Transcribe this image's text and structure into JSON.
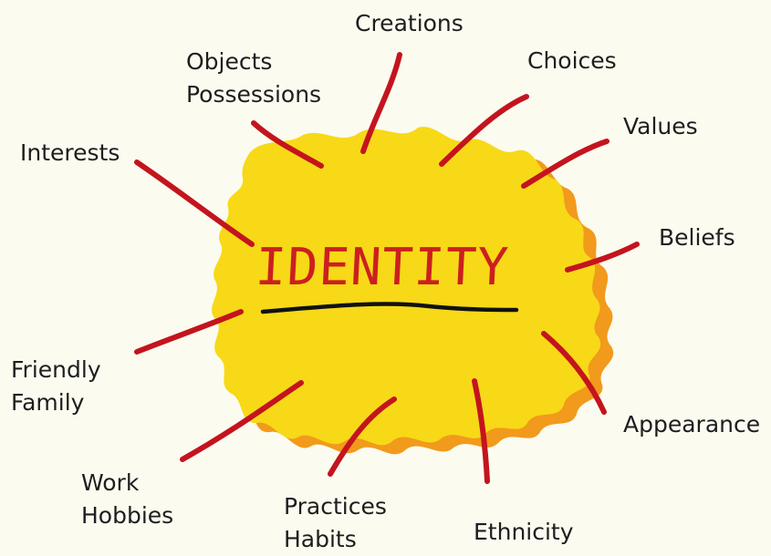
{
  "diagram": {
    "center": {
      "label": "IDENTITY"
    },
    "colors": {
      "background": "#fbfbf0",
      "burst_fill": "#f7d917",
      "burst_shadow": "#f29a1b",
      "spoke": "#c4141e",
      "underline": "#111111",
      "center_text": "#cc1f1f"
    },
    "nodes": {
      "creations": {
        "lines": [
          "Creations"
        ]
      },
      "objects": {
        "lines": [
          "Objects",
          "Possessions"
        ]
      },
      "choices": {
        "lines": [
          "Choices"
        ]
      },
      "values": {
        "lines": [
          "Values"
        ]
      },
      "interests": {
        "lines": [
          "Interests"
        ]
      },
      "beliefs": {
        "lines": [
          "Beliefs"
        ]
      },
      "friendly": {
        "lines": [
          "Friendly",
          "Family"
        ]
      },
      "appearance": {
        "lines": [
          "Appearance"
        ]
      },
      "work": {
        "lines": [
          "Work",
          "Hobbies"
        ]
      },
      "practices": {
        "lines": [
          "Practices",
          "Habits"
        ]
      },
      "ethnicity": {
        "lines": [
          "Ethnicity"
        ]
      }
    }
  }
}
